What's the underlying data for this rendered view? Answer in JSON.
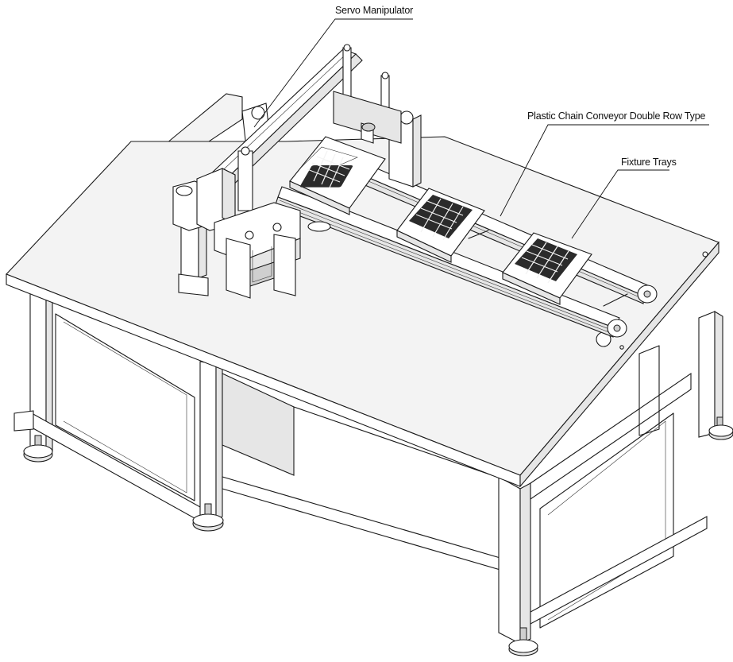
{
  "labels": {
    "servo_manipulator": "Servo Manipulator",
    "conveyor": "Plastic Chain Conveyor Double Row Type",
    "fixture_trays": "Fixture Trays"
  }
}
